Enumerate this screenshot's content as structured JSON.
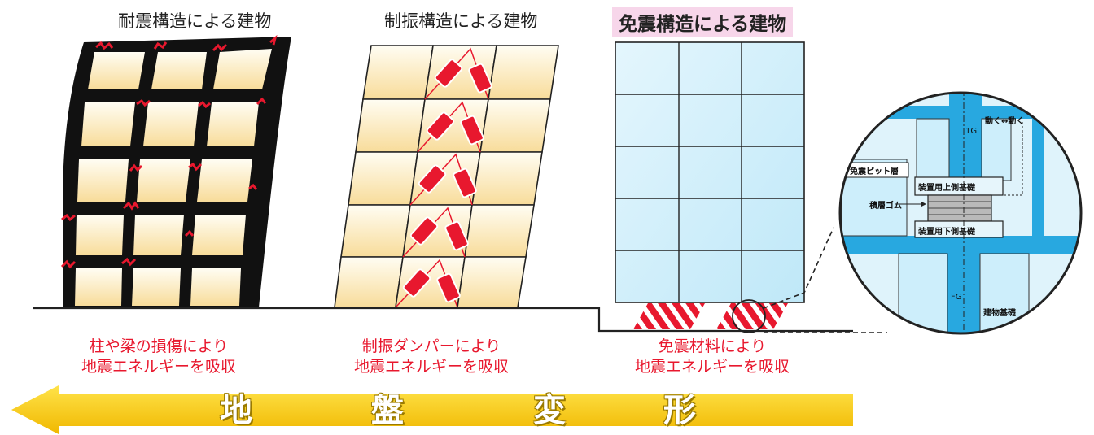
{
  "titles": {
    "rigid": "耐震構造による建物",
    "damped": "制振構造による建物",
    "isolated": "免震構造による建物"
  },
  "captions": {
    "rigid": [
      "柱や梁の損傷により",
      "地震エネルギーを吸収"
    ],
    "damped": [
      "制振ダンパーにより",
      "地震エネルギーを吸収"
    ],
    "isolated": [
      "免震材料により",
      "地震エネルギーを吸収"
    ]
  },
  "ground_arrow": [
    "地",
    "盤",
    "変",
    "形"
  ],
  "detail_labels": {
    "pit": "免震ピット層",
    "upper": "装置用上側基礎",
    "rubber": "積層ゴム",
    "lower": "装置用下側基礎",
    "moves": "動く↔動く",
    "floor1": "1G",
    "fg": "FG",
    "building_base": "建物基礎"
  },
  "colors": {
    "red": "#e8182e",
    "yellow": "#f5c400",
    "blue": "#28a8e0",
    "light_blue": "#cdeefb",
    "highlight": "#f7d6ea"
  }
}
